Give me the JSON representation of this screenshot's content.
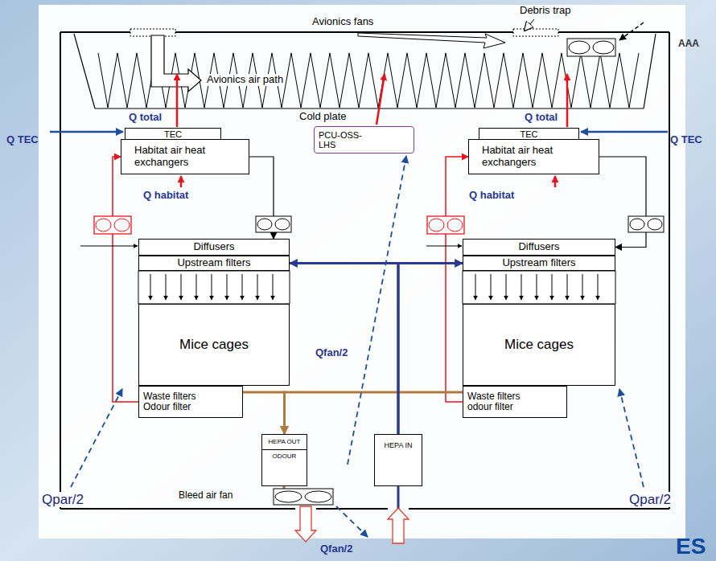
{
  "diagram": {
    "nodes": [
      {
        "text": [
          "TEC"
        ]
      },
      {
        "text": [
          "Habitat air heat exchangers"
        ]
      },
      {
        "text": [
          "Diffusers"
        ]
      },
      {
        "text": [
          "Upstream filters"
        ]
      },
      {
        "text": [
          "Mice cages"
        ]
      },
      {
        "text": [
          "Waste filters Odour filter"
        ]
      },
      {
        "text": [
          "PCU-OSS- LHS"
        ]
      },
      {
        "text": [
          "TEC"
        ]
      },
      {
        "text": [
          "Habitat air heat exchangers"
        ]
      },
      {
        "text": [
          "Diffusers"
        ]
      },
      {
        "text": [
          "Upstream filters"
        ]
      },
      {
        "text": [
          "Mice cages"
        ]
      },
      {
        "text": [
          "Waste filters odour filter"
        ]
      },
      {
        "text": [
          "HEPA OUT",
          "ODOUR"
        ]
      },
      {
        "text": [
          "HEPA IN"
        ]
      }
    ],
    "edges": [
      {
        "from": 5,
        "to": 1,
        "arrow": "to"
      },
      {
        "from": 1,
        "to": 2,
        "arrow": "to"
      },
      {
        "from": 12,
        "to": 8,
        "arrow": "to"
      },
      {
        "from": 8,
        "to": 9,
        "arrow": "to"
      },
      {
        "from": 5,
        "to": 13,
        "arrow": "to"
      },
      {
        "from": 12,
        "to": 13,
        "arrow": "to"
      },
      {
        "from": 14,
        "to": 3,
        "arrow": "to"
      },
      {
        "from": 14,
        "to": 10,
        "arrow": "to"
      }
    ],
    "labels": [
      "Avionics fans",
      "Debris trap",
      "AAA",
      "Avionics air path",
      "Q total",
      "Cold plate",
      "Q total",
      "Q TEC",
      "Q TEC",
      "Q habitat",
      "Q habitat",
      "Qfan/2",
      "Qpar/2",
      "Bleed air fan",
      "Qpar/2",
      "Qfan/2",
      "ES"
    ]
  }
}
